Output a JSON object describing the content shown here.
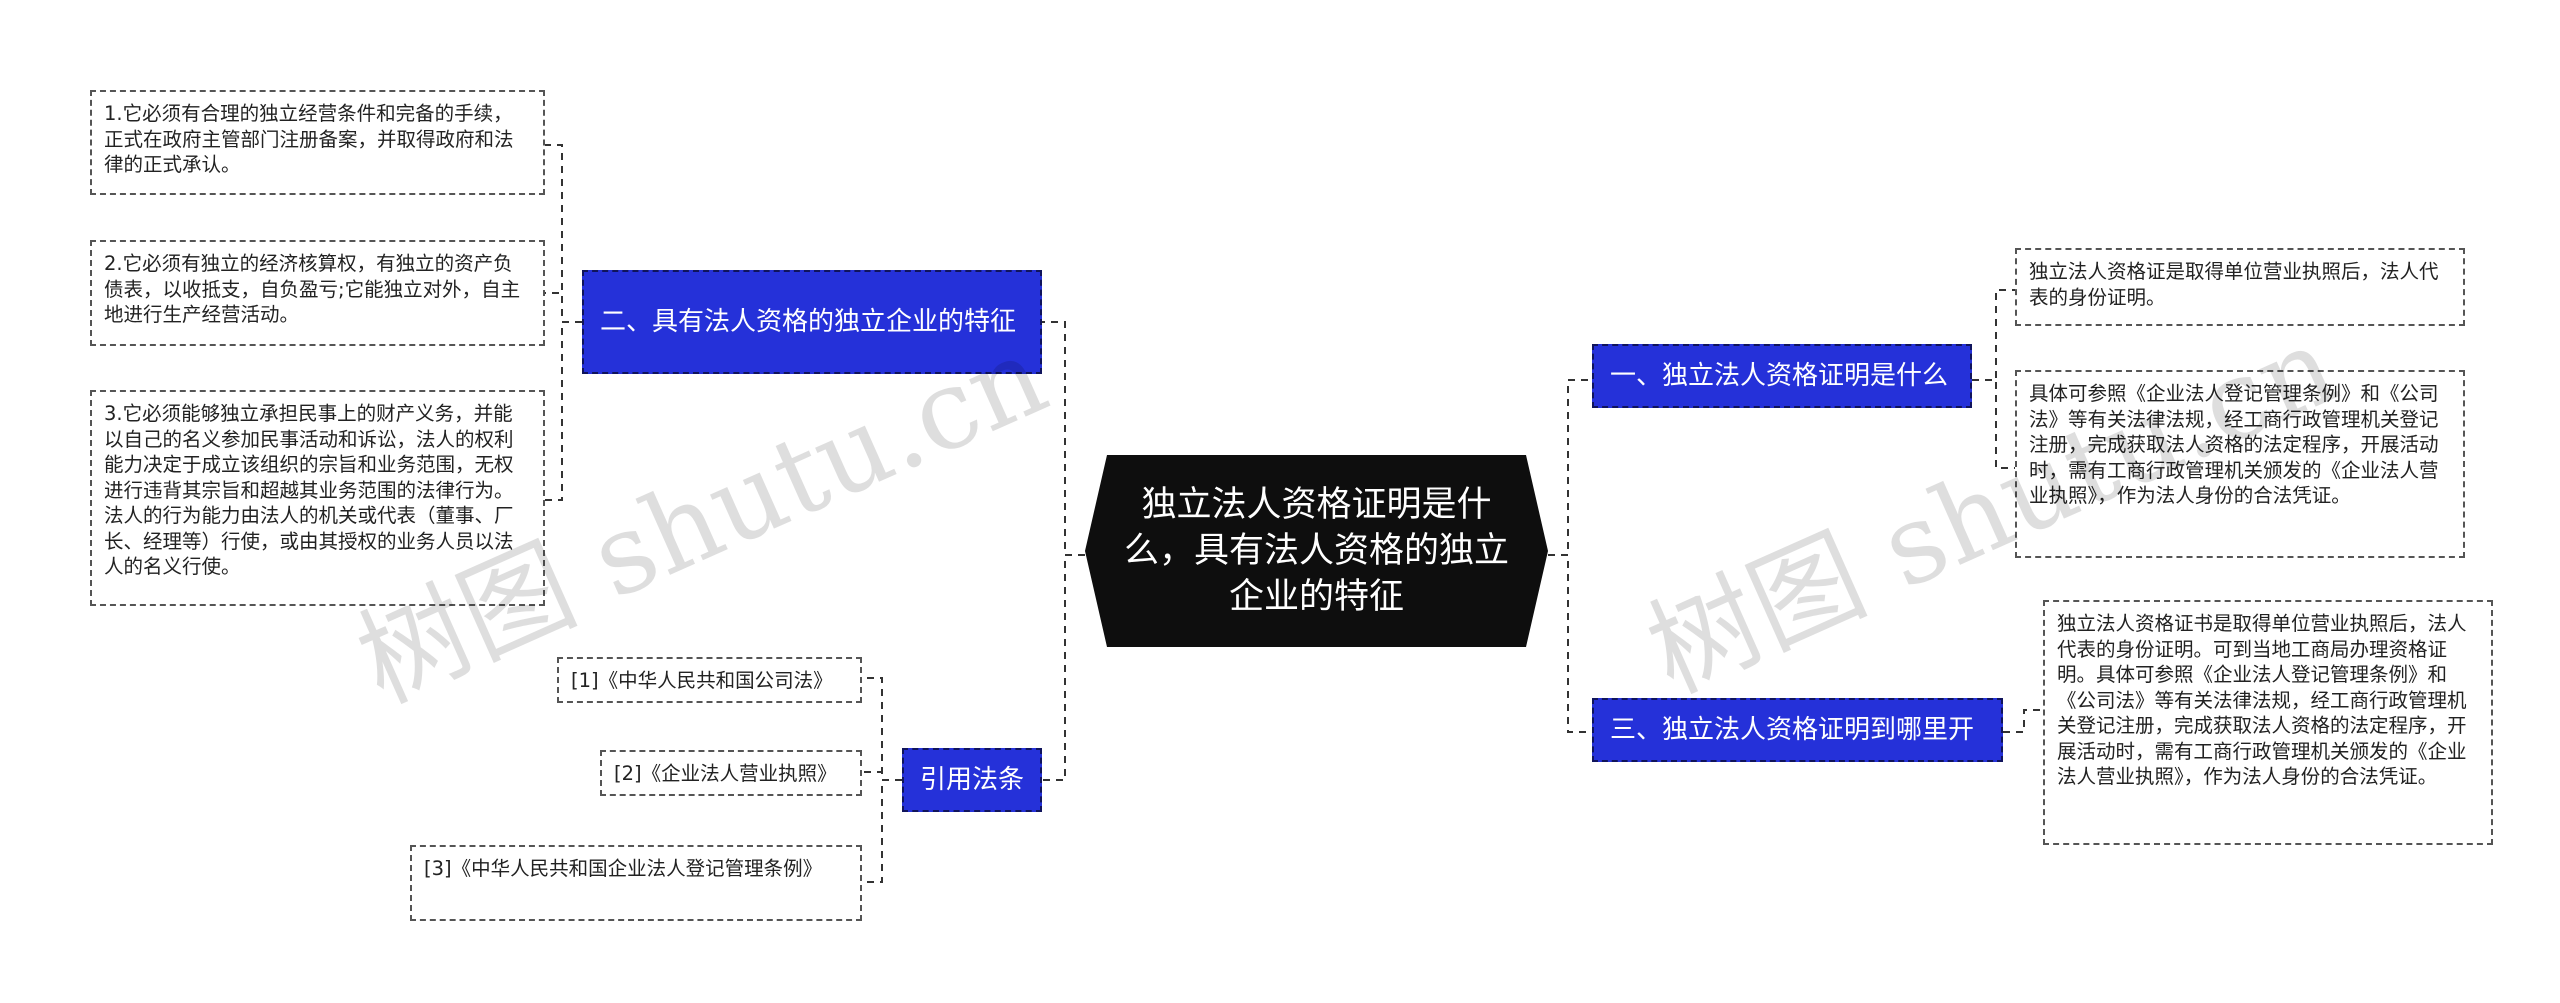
{
  "root": {
    "text": "独立法人资格证明是什么，具有法人资格的独立企业的特征"
  },
  "branches": {
    "b1": {
      "text": "一、独立法人资格证明是什么"
    },
    "b2": {
      "text": "二、具有法人资格的独立企业的特征"
    },
    "b3": {
      "text": "三、独立法人资格证明到哪里开"
    },
    "b4": {
      "text": "引用法条"
    }
  },
  "leaves": {
    "b1_l1": "独立法人资格证是取得单位营业执照后，法人代表的身份证明。",
    "b1_l2": "具体可参照《企业法人登记管理条例》和《公司法》等有关法律法规，经工商行政管理机关登记注册，完成获取法人资格的法定程序，开展活动时，需有工商行政管理机关颁发的《企业法人营业执照》，作为法人身份的合法凭证。",
    "b2_l1": "1.它必须有合理的独立经营条件和完备的手续，正式在政府主管部门注册备案，并取得政府和法律的正式承认。",
    "b2_l2": "2.它必须有独立的经济核算权，有独立的资产负债表，以收抵支，自负盈亏;它能独立对外，自主地进行生产经营活动。",
    "b2_l3": "3.它必须能够独立承担民事上的财产义务，并能以自己的名义参加民事活动和诉讼，法人的权利能力决定于成立该组织的宗旨和业务范围，无权进行违背其宗旨和超越其业务范围的法律行为。法人的行为能力由法人的机关或代表（董事、厂长、经理等）行使，或由其授权的业务人员以法人的名义行使。",
    "b3_l1": "独立法人资格证书是取得单位营业执照后，法人代表的身份证明。可到当地工商局办理资格证明。具体可参照《企业法人登记管理条例》和《公司法》等有关法律法规，经工商行政管理机关登记注册，完成获取法人资格的法定程序，开展活动时，需有工商行政管理机关颁发的《企业法人营业执照》，作为法人身份的合法凭证。",
    "b4_l1": "[1]《中华人民共和国公司法》",
    "b4_l2": "[2]《企业法人营业执照》",
    "b4_l3": "[3]《中华人民共和国企业法人登记管理条例》"
  },
  "watermarks": [
    "树图 shutu.cn",
    "树图 shutu.cn"
  ],
  "colors": {
    "root_bg": "#0e0e0e",
    "branch_bg": "#2531d9",
    "edge": "#333333"
  }
}
